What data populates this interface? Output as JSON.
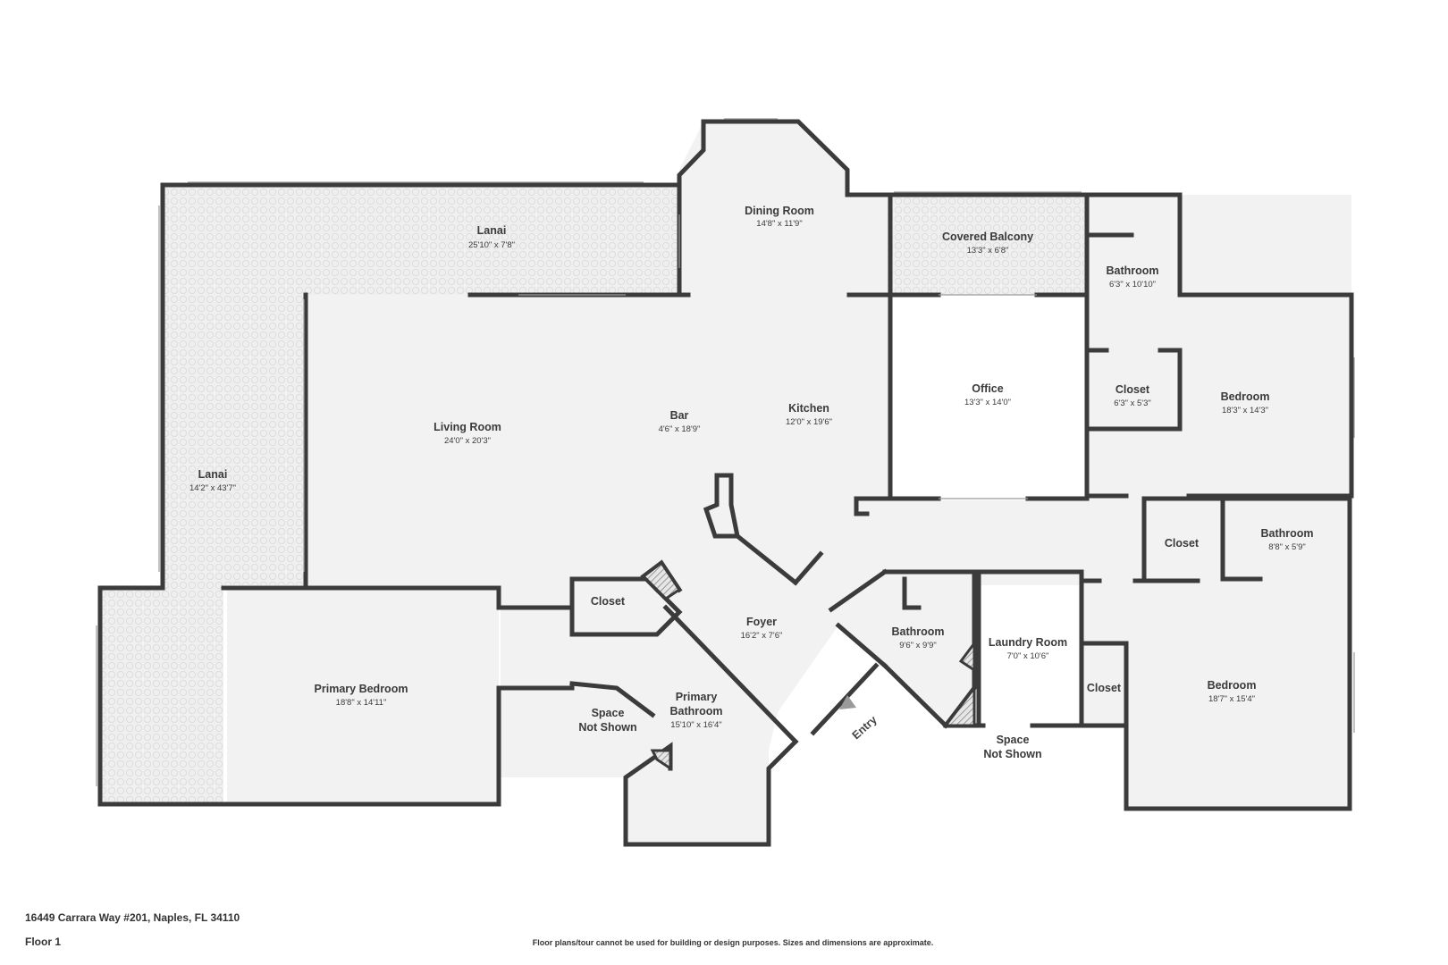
{
  "rooms": {
    "lanai_top": {
      "name": "Lanai",
      "dim": "25'10\" x 7'8\""
    },
    "lanai_left": {
      "name": "Lanai",
      "dim": "14'2\" x 43'7\""
    },
    "dining": {
      "name": "Dining Room",
      "dim": "14'8\" x 11'9\""
    },
    "covered_balcony": {
      "name": "Covered Balcony",
      "dim": "13'3\" x 6'8\""
    },
    "bathroom_top": {
      "name": "Bathroom",
      "dim": "6'3\" x 10'10\""
    },
    "office": {
      "name": "Office",
      "dim": "13'3\" x 14'0\""
    },
    "closet_mid": {
      "name": "Closet",
      "dim": "6'3\" x 5'3\""
    },
    "bedroom_upper": {
      "name": "Bedroom",
      "dim": "18'3\" x 14'3\""
    },
    "living": {
      "name": "Living Room",
      "dim": "24'0\" x 20'3\""
    },
    "bar": {
      "name": "Bar",
      "dim": "4'6\" x 18'9\""
    },
    "kitchen": {
      "name": "Kitchen",
      "dim": "12'0\" x 19'6\""
    },
    "closet_right": {
      "name": "Closet",
      "dim": ""
    },
    "bathroom_right": {
      "name": "Bathroom",
      "dim": "8'8\" x 5'9\""
    },
    "closet_foyer": {
      "name": "Closet",
      "dim": ""
    },
    "foyer": {
      "name": "Foyer",
      "dim": "16'2\" x 7'6\""
    },
    "bathroom_mid": {
      "name": "Bathroom",
      "dim": "9'6\" x 9'9\""
    },
    "laundry": {
      "name": "Laundry Room",
      "dim": "7'0\" x 10'6\""
    },
    "primary_bedroom": {
      "name": "Primary Bedroom",
      "dim": "18'8\" x 14'11\""
    },
    "primary_bath_l1": "Primary",
    "primary_bath_l2": "Bathroom",
    "primary_bath_dim": "15'10\" x 16'4\"",
    "space_left_l1": "Space",
    "space_left_l2": "Not Shown",
    "space_right_l1": "Space",
    "space_right_l2": "Not Shown",
    "closet_lower": {
      "name": "Closet",
      "dim": ""
    },
    "bedroom_lower": {
      "name": "Bedroom",
      "dim": "18'7\" x 15'4\""
    }
  },
  "entry": {
    "label": "Entry"
  },
  "footer": {
    "address": "16449 Carrara Way #201, Naples, FL 34110",
    "floor": "Floor 1",
    "disclaimer": "Floor plans/tour cannot be used for building or design purposes. Sizes and dimensions are approximate."
  },
  "colors": {
    "wall": "#3b3b3b",
    "floor": "#f2f2f2",
    "lanai": "#ececec",
    "text": "#3a3a3a"
  }
}
